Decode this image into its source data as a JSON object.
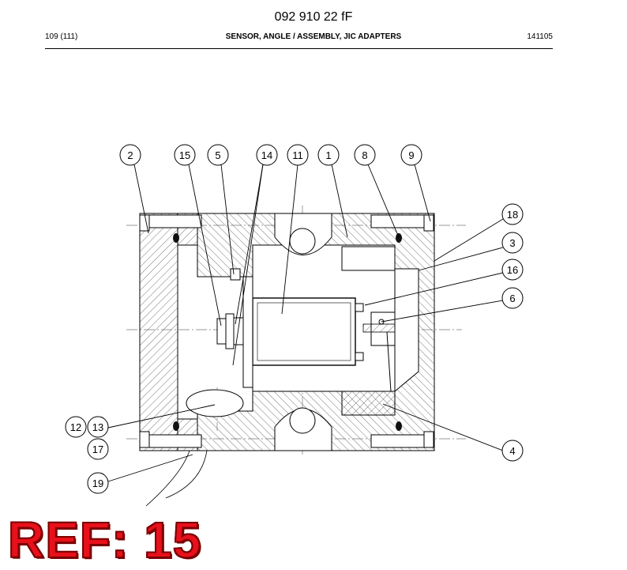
{
  "header": {
    "doc_number": "092 910 22 fF",
    "page": "109 (111)",
    "title": "SENSOR, ANGLE / ASSEMBLY, JIC ADAPTERS",
    "code": "141105"
  },
  "callouts": {
    "c2": "2",
    "c15": "15",
    "c5": "5",
    "c14": "14",
    "c11": "11",
    "c1": "1",
    "c8": "8",
    "c9": "9",
    "c18": "18",
    "c3": "3",
    "c16": "16",
    "c6": "6",
    "c4": "4",
    "c12": "12",
    "c13": "13",
    "c17": "17",
    "c19": "19"
  },
  "ref": {
    "label": "REF: 15"
  }
}
